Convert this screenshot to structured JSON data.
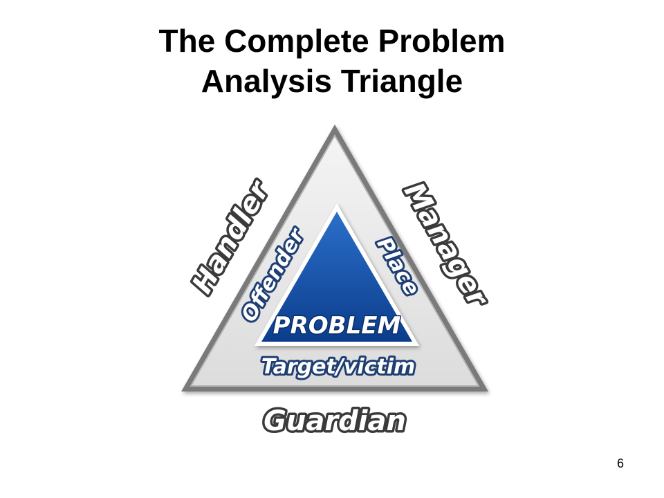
{
  "title": {
    "line1": "The Complete Problem",
    "line2": "Analysis Triangle"
  },
  "diagram": {
    "outer_sides": {
      "left": "Handler",
      "right": "Manager",
      "bottom": "Guardian"
    },
    "inner_sides": {
      "left": "Offender",
      "right": "Place",
      "bottom": "Target/victim"
    },
    "center": "PROBLEM",
    "colors": {
      "inner_fill_top": "#2b6fc9",
      "inner_fill_bottom": "#0b3d8c",
      "outer_fill": "#e6e6e6",
      "outer_border": "#7a7a7a",
      "label_outline": "#3a3a3a"
    }
  },
  "slide_number": "6"
}
